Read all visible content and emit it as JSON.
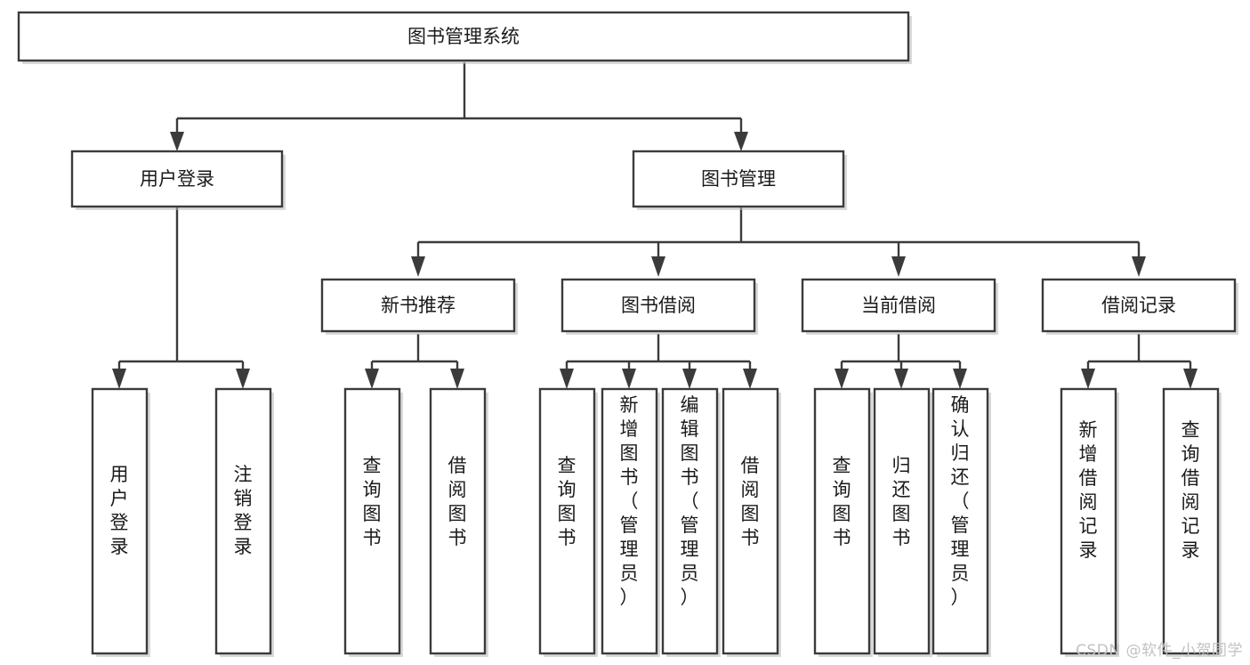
{
  "diagram": {
    "type": "tree-hierarchy",
    "title": "图书管理系统",
    "watermark": "CSDN @软件_小贺同学",
    "colors": {
      "stroke": "#3b3b3b",
      "fill": "#ffffff",
      "text": "#1a1a1a",
      "watermark": "#c2c2c2"
    },
    "levels": {
      "level1": [
        {
          "id": "root",
          "label": "图书管理系统"
        }
      ],
      "level2": [
        {
          "id": "user-login",
          "label": "用户登录"
        },
        {
          "id": "book-manage",
          "label": "图书管理"
        }
      ],
      "level3": [
        {
          "id": "new-book-rec",
          "label": "新书推荐",
          "parent": "book-manage"
        },
        {
          "id": "book-borrow",
          "label": "图书借阅",
          "parent": "book-manage"
        },
        {
          "id": "current-borrow",
          "label": "当前借阅",
          "parent": "book-manage"
        },
        {
          "id": "borrow-record",
          "label": "借阅记录",
          "parent": "book-manage"
        }
      ],
      "level4": [
        {
          "id": "leaf-user-login",
          "label": "用户登录",
          "parent": "user-login"
        },
        {
          "id": "leaf-logout",
          "label": "注销登录",
          "parent": "user-login"
        },
        {
          "id": "leaf-query-book-1",
          "label": "查询图书",
          "parent": "new-book-rec"
        },
        {
          "id": "leaf-borrow-book-1",
          "label": "借阅图书",
          "parent": "new-book-rec"
        },
        {
          "id": "leaf-query-book-2",
          "label": "查询图书",
          "parent": "book-borrow"
        },
        {
          "id": "leaf-add-book",
          "label": "新增图书（管理员）",
          "parent": "book-borrow"
        },
        {
          "id": "leaf-edit-book",
          "label": "编辑图书（管理员）",
          "parent": "book-borrow"
        },
        {
          "id": "leaf-borrow-book-2",
          "label": "借阅图书",
          "parent": "book-borrow"
        },
        {
          "id": "leaf-query-book-3",
          "label": "查询图书",
          "parent": "current-borrow"
        },
        {
          "id": "leaf-return-book",
          "label": "归还图书",
          "parent": "current-borrow"
        },
        {
          "id": "leaf-confirm-return",
          "label": "确认归还（管理员）",
          "parent": "current-borrow"
        },
        {
          "id": "leaf-add-record",
          "label": "新增借阅记录",
          "parent": "borrow-record"
        },
        {
          "id": "leaf-query-record",
          "label": "查询借阅记录",
          "parent": "borrow-record"
        }
      ]
    }
  }
}
